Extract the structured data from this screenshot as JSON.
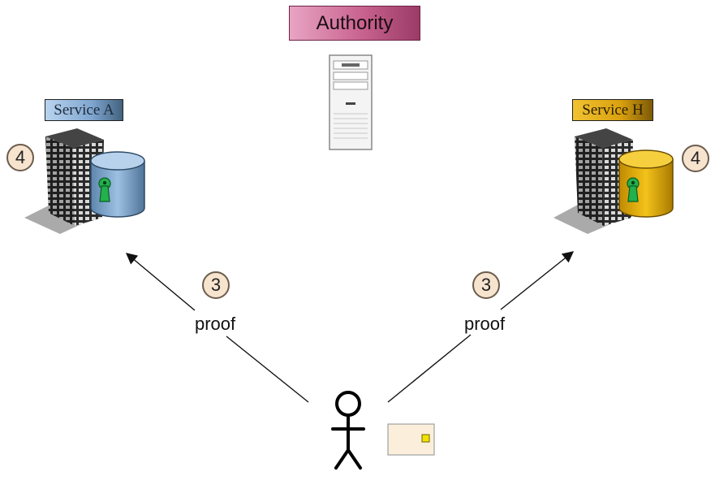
{
  "authority": {
    "label": "Authority"
  },
  "service_a": {
    "label": "Service A",
    "step": "4",
    "color": "#7fa6cf"
  },
  "service_b": {
    "label": "Service H",
    "step": "4",
    "color": "#e0a800"
  },
  "left_arrow": {
    "step": "3",
    "label": "proof"
  },
  "right_arrow": {
    "step": "3",
    "label": "proof"
  },
  "colors": {
    "authority": "#c9638f",
    "step_fill": "#f7e4cf",
    "lock": "#22b14c",
    "chip": "#f2e200"
  },
  "icons": [
    "server-tower-icon",
    "office-building-icon",
    "database-lock-icon",
    "user-stick-figure-icon",
    "credential-card-icon",
    "arrow-icon"
  ]
}
